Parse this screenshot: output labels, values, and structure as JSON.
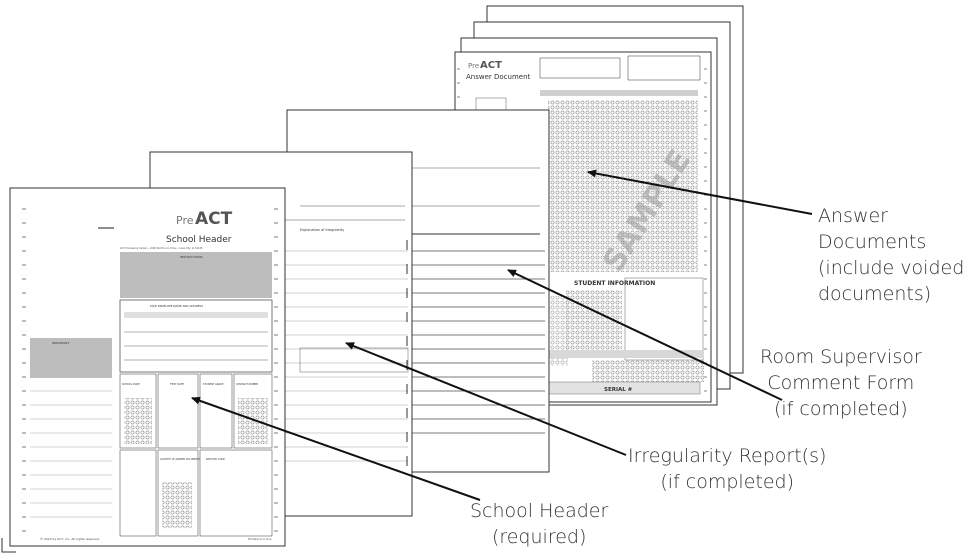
{
  "documents": {
    "school_header": {
      "logo_prefix": "Pre",
      "logo_main": "ACT",
      "title": "School Header",
      "address": "ACT Processing Center • 2000 North Linn Drive • Iowa City, IA 52245",
      "instructions_heading": "INSTRUCTIONS",
      "section_a_heading": "FACE ENVELOPE NAME AND ADDRESS",
      "important_heading": "IMPORTANT",
      "box_d_heading": "TEST DATE",
      "box_e_heading": "STUDENT GRADE",
      "box_f_heading": "SCHOOL CODE",
      "box_h_heading": "BATCH/ID CODE",
      "box_g_heading": "QUANTITY OF ANSWER DOCUMENTS",
      "box_right_heading": "CONTRACT NUMBER",
      "footer_left": "© 2019 by ACT, Inc. All rights reserved.",
      "footer_right": "Printed in U.S.A."
    },
    "irregularity_report": {
      "heading": "Explanation of Irregularity"
    },
    "answer_document": {
      "logo_prefix": "Pre",
      "logo_main": "ACT",
      "title": "Answer Document",
      "sample_watermark": "SAMPLE",
      "student_information": "STUDENT INFORMATION",
      "serial_label": "SERIAL #"
    }
  },
  "callouts": {
    "answer_documents": [
      "Answer",
      "Documents",
      "(include voided",
      "documents)"
    ],
    "room_supervisor": [
      "Room Supervisor",
      "Comment Form",
      "(if completed)"
    ],
    "irregularity": [
      "Irregularity Report(s)",
      "(if completed)"
    ],
    "school_header": [
      "School Header",
      "(required)"
    ]
  },
  "colors": {
    "paper": "#ffffff",
    "ink": "#333333",
    "gray_panel": "#bdbdbd",
    "bubble": "#8c8c8c"
  }
}
